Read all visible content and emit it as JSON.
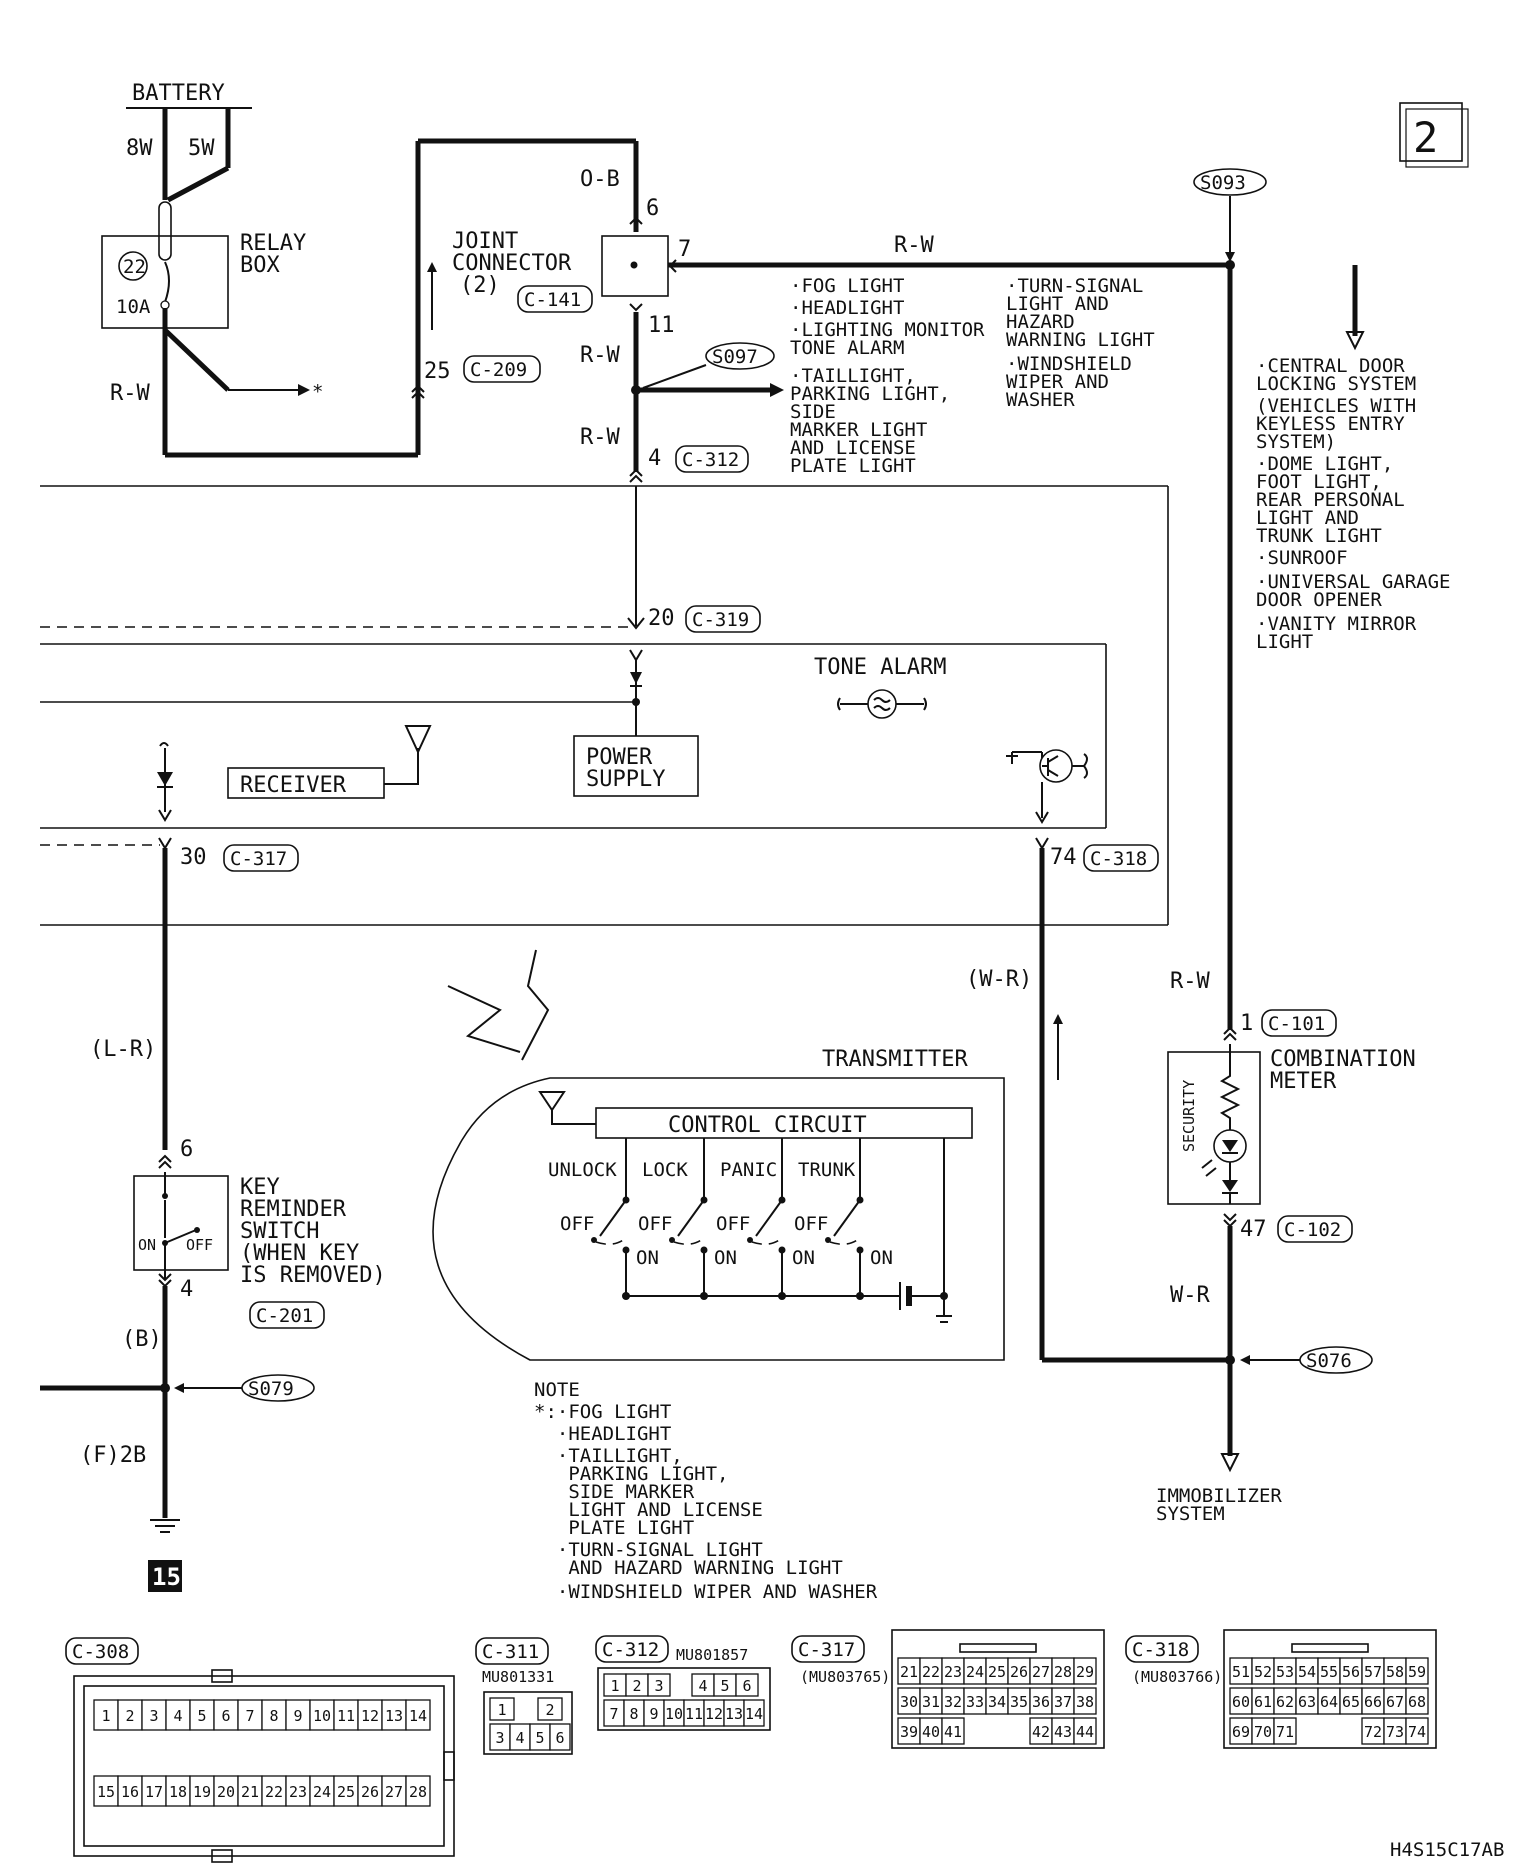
{
  "page_number": "2",
  "battery": {
    "label": "BATTERY",
    "wire_8w": "8W",
    "wire_5w": "5W"
  },
  "relay_box": {
    "label_line1": "RELAY",
    "label_line2": "BOX",
    "fuse_number": "22",
    "fuse_rating": "10A",
    "wire": "R-W",
    "asterisk": "*"
  },
  "joint_connector": {
    "label_line1": "JOINT",
    "label_line2": "CONNECTOR",
    "label_line3": "(2)",
    "connector": "C-141",
    "wire_top": "O-B",
    "pin_top": "6",
    "pin_right": "7",
    "pin_bottom": "11",
    "wire_right": "R-W",
    "wire_down": "R-W",
    "wire_down2": "R-W"
  },
  "c209": {
    "pin": "25",
    "connector": "C-209"
  },
  "splices": {
    "s093": "S093",
    "s097": "S097",
    "s076": "S076",
    "s079": "S079"
  },
  "c312_pin": {
    "pin": "4",
    "connector": "C-312"
  },
  "c319_pin": {
    "pin": "20",
    "connector": "C-319"
  },
  "c317_pin": {
    "pin": "30",
    "connector": "C-317"
  },
  "c318_pin": {
    "pin": "74",
    "connector": "C-318"
  },
  "loads_left": [
    "·FOG LIGHT",
    "·HEADLIGHT",
    "·LIGHTING MONITOR",
    " TONE ALARM",
    "·TAILLIGHT,",
    " PARKING LIGHT,",
    " SIDE",
    " MARKER LIGHT",
    " AND LICENSE",
    " PLATE LIGHT"
  ],
  "loads_mid": [
    "·TURN-SIGNAL",
    " LIGHT AND",
    " HAZARD",
    " WARNING LIGHT",
    "·WINDSHIELD",
    " WIPER AND",
    " WASHER"
  ],
  "loads_right": [
    "·CENTRAL DOOR",
    " LOCKING SYSTEM",
    " (VEHICLES WITH",
    "  KEYLESS ENTRY",
    "  SYSTEM)",
    "·DOME LIGHT,",
    " FOOT LIGHT,",
    " REAR PERSONAL",
    " LIGHT AND",
    " TRUNK LIGHT",
    "·SUNROOF",
    "·UNIVERSAL GARAGE",
    " DOOR OPENER",
    "·VANITY MIRROR",
    " LIGHT"
  ],
  "etacs": {
    "tone_alarm": "TONE ALARM",
    "receiver": "RECEIVER",
    "power_supply_line1": "POWER",
    "power_supply_line2": "SUPPLY"
  },
  "wires": {
    "l_r": "(L-R)",
    "w_r_paren": "(W-R)",
    "r_w_meter": "R-W",
    "w_r_meter": "W-R",
    "b_paren": "(B)",
    "ground_label": "(F)2B"
  },
  "combination_meter": {
    "label_line1": "COMBINATION",
    "label_line2": "METER",
    "security": "SECURITY",
    "pin_top": "1",
    "connector_top": "C-101",
    "pin_bottom": "47",
    "connector_bottom": "C-102"
  },
  "transmitter": {
    "label": "TRANSMITTER",
    "control_circuit": "CONTROL CIRCUIT",
    "buttons": [
      "UNLOCK",
      "LOCK",
      "PANIC",
      "TRUNK"
    ],
    "off": "OFF",
    "on": "ON"
  },
  "key_switch": {
    "pin_top": "6",
    "pin_bottom": "4",
    "on": "ON",
    "off": "OFF",
    "label": [
      "KEY",
      "REMINDER",
      "SWITCH",
      "(WHEN KEY",
      " IS REMOVED)"
    ],
    "connector": "C-201"
  },
  "ground_number": "15",
  "immobilizer": {
    "line1": "IMMOBILIZER",
    "line2": "SYSTEM"
  },
  "note": {
    "title": "NOTE",
    "lines": [
      "*:·FOG LIGHT",
      "  ·HEADLIGHT",
      "  ·TAILLIGHT,",
      "   PARKING LIGHT,",
      "   SIDE MARKER",
      "   LIGHT AND LICENSE",
      "   PLATE LIGHT",
      "  ·TURN-SIGNAL LIGHT",
      "   AND HAZARD WARNING LIGHT",
      "  ·WINDSHIELD WIPER AND WASHER"
    ]
  },
  "connectors": {
    "c308": {
      "name": "C-308",
      "row1": [
        "1",
        "2",
        "3",
        "4",
        "5",
        "6",
        "7",
        "8",
        "9",
        "10",
        "11",
        "12",
        "13",
        "14"
      ],
      "row2": [
        "15",
        "16",
        "17",
        "18",
        "19",
        "20",
        "21",
        "22",
        "23",
        "24",
        "25",
        "26",
        "27",
        "28"
      ]
    },
    "c311": {
      "name": "C-311",
      "part": "MU801331",
      "row1": [
        "1",
        "",
        "2"
      ],
      "row2": [
        "3",
        "4",
        "5",
        "6"
      ]
    },
    "c312": {
      "name": "C-312",
      "part": "MU801857",
      "row1": [
        "1",
        "2",
        "3",
        "",
        "4",
        "5",
        "6"
      ],
      "row2": [
        "7",
        "8",
        "9",
        "10",
        "11",
        "12",
        "13",
        "14"
      ]
    },
    "c317": {
      "name": "C-317",
      "part": "(MU803765)",
      "row1": [
        "21",
        "22",
        "23",
        "24",
        "25",
        "26",
        "27",
        "28",
        "29"
      ],
      "row2": [
        "30",
        "31",
        "32",
        "33",
        "34",
        "35",
        "36",
        "37",
        "38"
      ],
      "row3": [
        "39",
        "40",
        "41",
        "",
        "",
        "",
        "42",
        "43",
        "44"
      ]
    },
    "c318": {
      "name": "C-318",
      "part": "(MU803766)",
      "row1": [
        "51",
        "52",
        "53",
        "54",
        "55",
        "56",
        "57",
        "58",
        "59"
      ],
      "row2": [
        "60",
        "61",
        "62",
        "63",
        "64",
        "65",
        "66",
        "67",
        "68"
      ],
      "row3": [
        "69",
        "70",
        "71",
        "",
        "",
        "",
        "72",
        "73",
        "74"
      ]
    }
  },
  "diagram_code": "H4S15C17AB"
}
